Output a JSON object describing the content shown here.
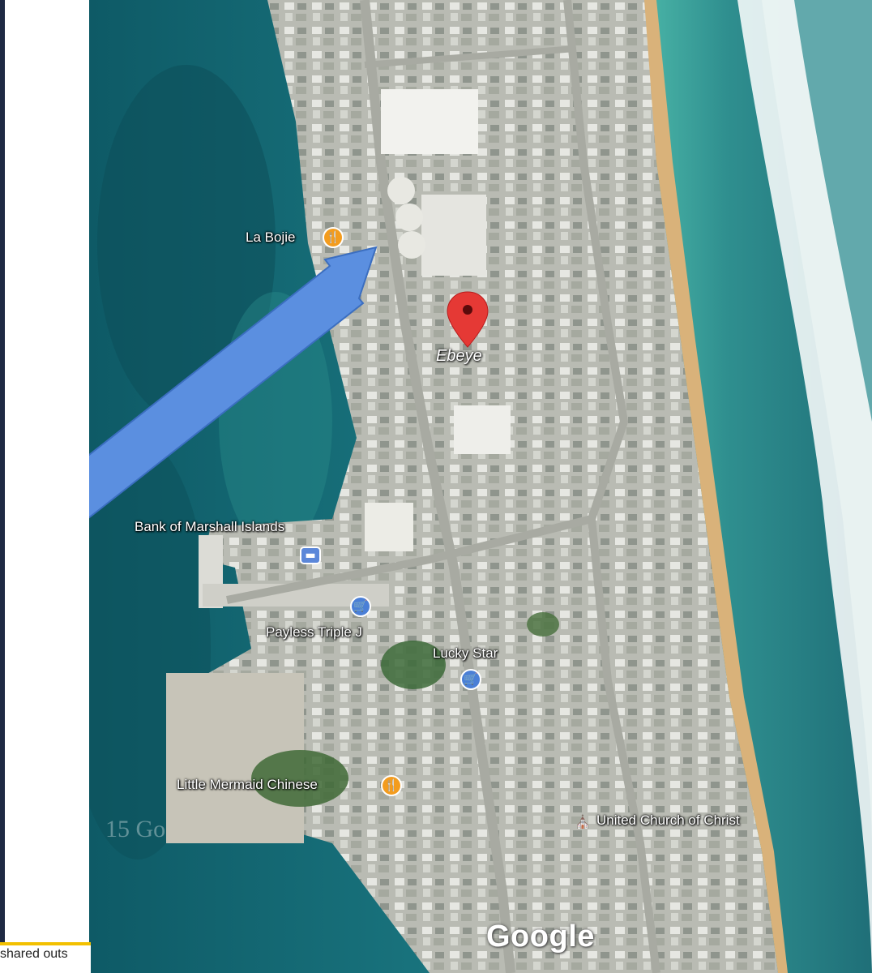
{
  "footer": {
    "text": "shared outs"
  },
  "map": {
    "places": {
      "la_bojie": "La Bojie",
      "ebeye": "Ebeye",
      "bank": "Bank of Marshall Islands",
      "payless": "Payless Triple J",
      "lucky_star": "Lucky Star",
      "little_mermaid": "Little Mermaid Chinese",
      "united_church": "United Church of Christ"
    },
    "copyright": "15 Go",
    "watermark": "Google",
    "icons": {
      "restaurant": "restaurant-icon",
      "shopping": "shopping-cart-icon",
      "bank": "bank-icon",
      "church": "church-icon",
      "pin": "map-pin-icon"
    },
    "colors": {
      "arrow": "#5b8fe0",
      "pin": "#e53935",
      "restaurant": "#f39c1e",
      "shopping": "#4a7fd6",
      "lagoon": "#1a6b78",
      "ocean": "#2f9a9a",
      "surf": "#ffffff",
      "island": "#cfd2cc"
    }
  }
}
